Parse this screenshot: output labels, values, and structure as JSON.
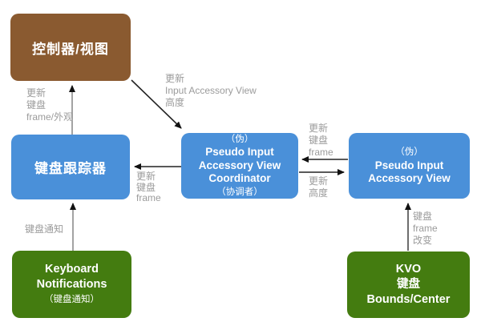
{
  "diagram": {
    "background": "#ffffff",
    "colors": {
      "controller_box": "#8a5a30",
      "blue_box": "#4a90d9",
      "green_box": "#447c10",
      "label_text": "#9b9b9b",
      "arrow_line": "#8c8c8c",
      "arrow_head": "#111111",
      "box_text": "#ffffff"
    },
    "nodes": {
      "controller": {
        "title": "控制器/视图"
      },
      "tracker": {
        "title": "键盘跟踪器"
      },
      "coordinator": {
        "lines": [
          "（伪）",
          "Pseudo Input",
          "Accessory View",
          "Coordinator",
          "（协调者）"
        ]
      },
      "pseudo_view": {
        "lines": [
          "（伪）",
          "Pseudo Input",
          "Accessory View"
        ]
      },
      "notifications": {
        "lines": [
          "Keyboard",
          "Notifications",
          "（键盘通知）"
        ]
      },
      "kvo": {
        "lines": [
          "KVO",
          "键盘",
          "Bounds/Center"
        ]
      }
    },
    "edge_labels": {
      "tracker_to_controller": [
        "更新",
        "键盘",
        "frame/外观"
      ],
      "controller_to_coordinator": [
        "更新",
        "Input Accessory View",
        "高度"
      ],
      "coordinator_to_tracker": [
        "更新",
        "键盘",
        "frame"
      ],
      "view_to_coordinator": [
        "更新",
        "键盘",
        "frame"
      ],
      "coordinator_to_view": [
        "更新",
        "高度"
      ],
      "notifications_to_tracker": [
        "键盘通知"
      ],
      "kvo_to_view": [
        "键盘",
        "frame",
        "改变"
      ]
    }
  }
}
